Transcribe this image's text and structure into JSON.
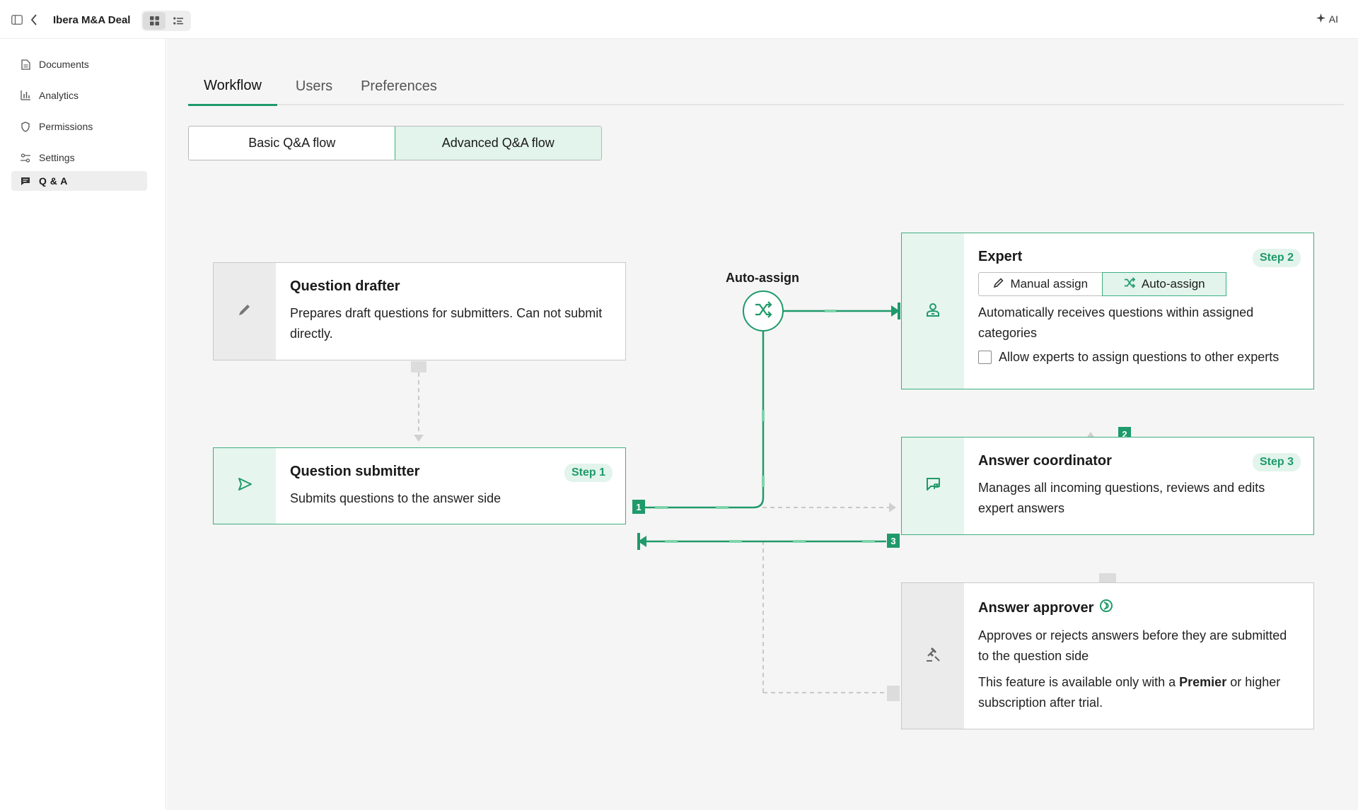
{
  "app": {
    "title": "Ibera M&A Deal",
    "ai_label": "AI"
  },
  "sidebar": {
    "items": [
      {
        "label": "Documents",
        "icon": "document-icon"
      },
      {
        "label": "Analytics",
        "icon": "bar-chart-icon"
      },
      {
        "label": "Permissions",
        "icon": "shield-icon"
      },
      {
        "label": "Settings",
        "icon": "sliders-icon"
      },
      {
        "label": "Q & A",
        "icon": "chat-icon",
        "active": true
      }
    ]
  },
  "tabs": [
    {
      "label": "Workflow",
      "active": true
    },
    {
      "label": "Users"
    },
    {
      "label": "Preferences"
    }
  ],
  "flow_type": {
    "options": [
      "Basic Q&A flow",
      "Advanced Q&A flow"
    ],
    "selected": "Advanced Q&A flow"
  },
  "workflow": {
    "auto_assign_label": "Auto-assign",
    "drafter": {
      "title": "Question drafter",
      "description": "Prepares draft questions for submitters. Can not submit directly."
    },
    "submitter": {
      "title": "Question submitter",
      "step": "Step 1",
      "description": "Submits questions to the answer side"
    },
    "expert": {
      "title": "Expert",
      "step": "Step 2",
      "assign_options": [
        "Manual assign",
        "Auto-assign"
      ],
      "assign_selected": "Auto-assign",
      "description": "Automatically receives questions within assigned categories",
      "checkbox_label": "Allow experts to assign questions to other experts",
      "checkbox_checked": false
    },
    "coordinator": {
      "title": "Answer coordinator",
      "step": "Step 3",
      "description": "Manages all incoming questions, reviews and edits expert answers"
    },
    "approver": {
      "title": "Answer approver",
      "description": "Approves or rejects answers before they are submitted to the question side",
      "notice_prefix": "This feature is available only with a ",
      "notice_bold": "Premier",
      "notice_suffix": " or higher subscription after trial."
    },
    "connector_numbers": [
      "1",
      "2",
      "3"
    ]
  },
  "colors": {
    "accent": "#1f9a6a",
    "accent_light": "#e2f4ec",
    "disabled": "#c8c8c8"
  }
}
